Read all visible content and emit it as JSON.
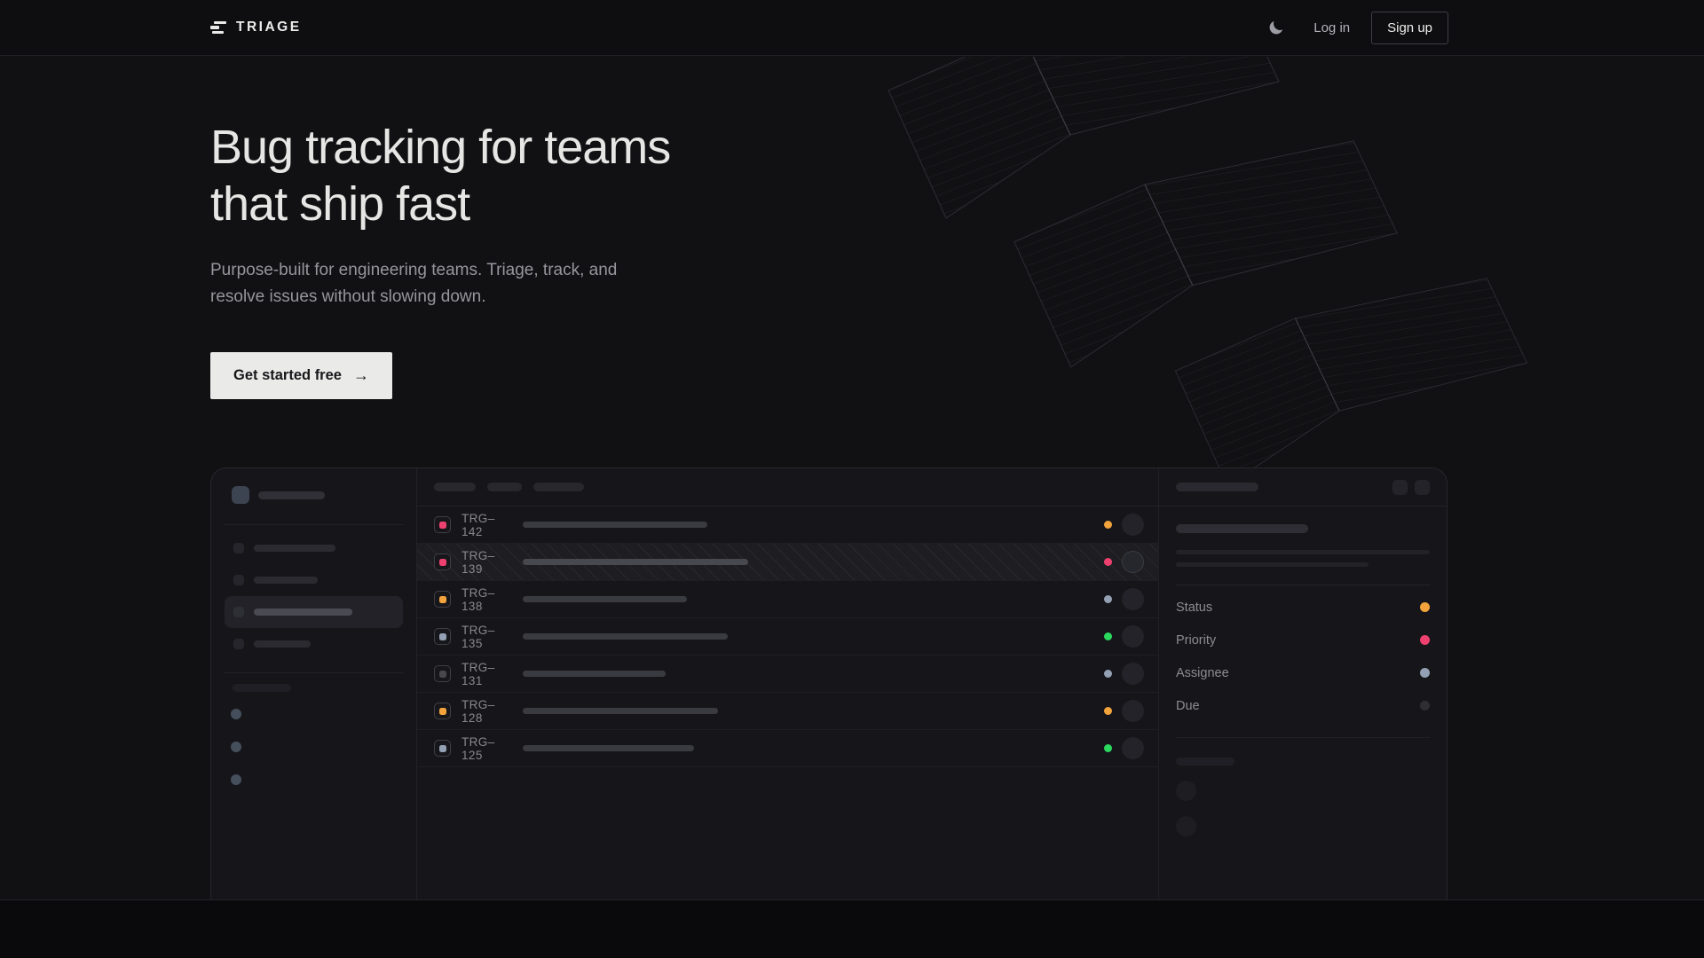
{
  "header": {
    "brand": "TRIAGE",
    "login_label": "Log in",
    "signup_label": "Sign up"
  },
  "hero": {
    "heading_line1": "Bug tracking for teams",
    "heading_line2": "that ship fast",
    "subtitle": "Purpose-built for engineering teams. Triage, track, and resolve issues without slowing down.",
    "cta_label": "Get started free",
    "cta_arrow": "→"
  },
  "icons": {
    "theme_toggle": "moon-crescent",
    "cta_arrow": "arrow-right"
  },
  "colors": {
    "amber": "#f2a33c",
    "pink": "#ee4170",
    "slate": "#94a0b4",
    "green": "#2bd95f",
    "gray": "#47474c",
    "muted": "#2e2e33",
    "cta_bg": "#eaeae8",
    "page_bg": "#111114"
  },
  "mock_app": {
    "issues": [
      {
        "id": "TRG–142",
        "checkbox_color": "pink",
        "status_dot": "amber",
        "title_width": 208,
        "selected": false
      },
      {
        "id": "TRG–139",
        "checkbox_color": "pink",
        "status_dot": "pink",
        "title_width": 254,
        "selected": true
      },
      {
        "id": "TRG–138",
        "checkbox_color": "amber",
        "status_dot": "slate",
        "title_width": 185,
        "selected": false
      },
      {
        "id": "TRG–135",
        "checkbox_color": "slate",
        "status_dot": "green",
        "title_width": 231,
        "selected": false
      },
      {
        "id": "TRG–131",
        "checkbox_color": "gray",
        "status_dot": "slate",
        "title_width": 161,
        "selected": false
      },
      {
        "id": "TRG–128",
        "checkbox_color": "amber",
        "status_dot": "amber",
        "title_width": 220,
        "selected": false
      },
      {
        "id": "TRG–125",
        "checkbox_color": "slate",
        "status_dot": "green",
        "title_width": 193,
        "selected": false
      }
    ],
    "detail_fields": [
      {
        "label": "Status",
        "dot": "amber"
      },
      {
        "label": "Priority",
        "dot": "pink"
      },
      {
        "label": "Assignee",
        "dot": "slate"
      },
      {
        "label": "Due",
        "dot": "muted"
      }
    ]
  }
}
